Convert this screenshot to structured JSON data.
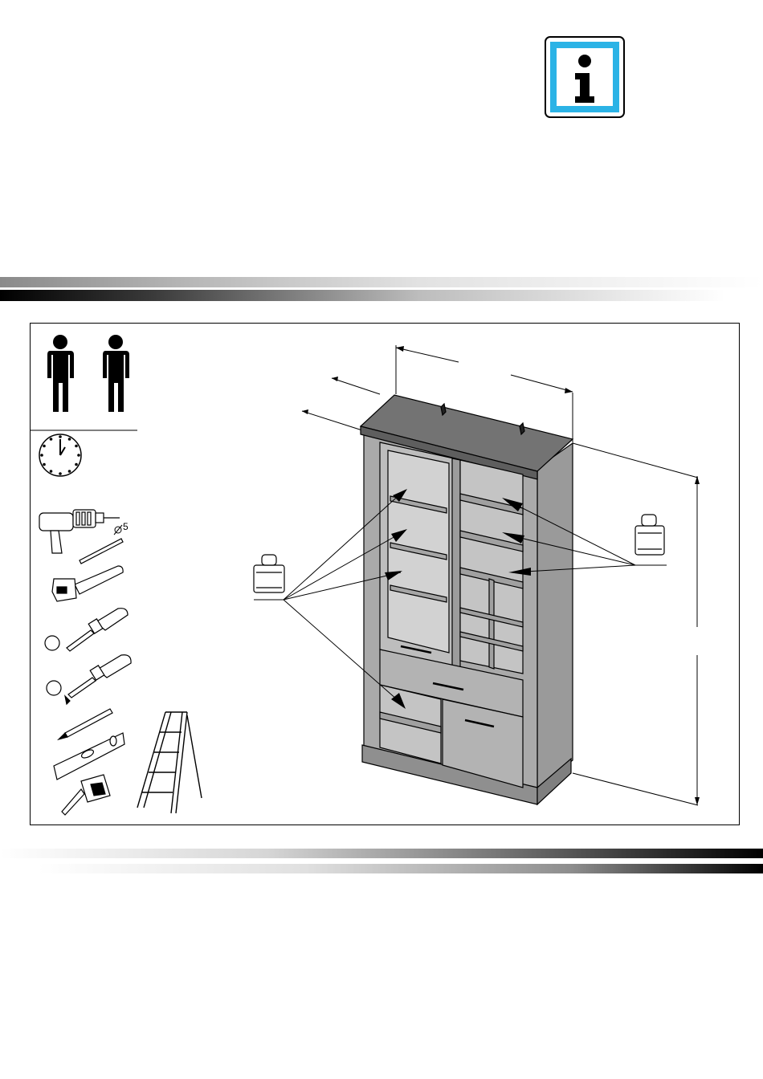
{
  "info_sign": {
    "icon": "info-icon",
    "border_color": "#2bb3e6",
    "letter": "i"
  },
  "tools_panel": {
    "people_icons": [
      "person-icon",
      "person-icon"
    ],
    "clock": "clock-icon",
    "drill": {
      "icon": "drill-icon",
      "bit_label": "5"
    },
    "tools": [
      "hammer-icon",
      "flathead-screwdriver-icon",
      "phillips-screwdriver-icon",
      "pencil-icon",
      "spirit-level-icon",
      "tape-measure-icon",
      "step-ladder-icon"
    ]
  },
  "illustration": {
    "icon": "cabinet-illustration",
    "weights": [
      "weight-icon",
      "weight-icon"
    ]
  },
  "colors": {
    "cabinet_fill": "#aaaaaa",
    "top_fill": "#737373",
    "glass_fill": "#c8c8c8"
  }
}
